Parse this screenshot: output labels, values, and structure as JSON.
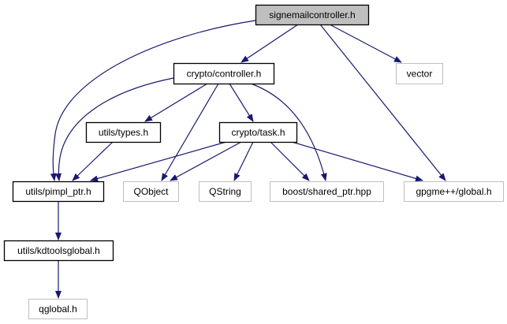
{
  "diagram": {
    "type": "include-dependency-graph",
    "colors": {
      "edge": "#191970",
      "root_fill": "#bfbfbf",
      "documented_border": "#000000",
      "external_border": "#bfbfbf",
      "node_fill": "#ffffff"
    },
    "nodes": [
      {
        "id": "signemailcontroller",
        "label": "signemailcontroller.h",
        "kind": "root"
      },
      {
        "id": "crypto_controller",
        "label": "crypto/controller.h",
        "kind": "documented"
      },
      {
        "id": "vector",
        "label": "vector",
        "kind": "external"
      },
      {
        "id": "utils_types",
        "label": "utils/types.h",
        "kind": "documented"
      },
      {
        "id": "crypto_task",
        "label": "crypto/task.h",
        "kind": "documented"
      },
      {
        "id": "utils_pimpl_ptr",
        "label": "utils/pimpl_ptr.h",
        "kind": "documented"
      },
      {
        "id": "qobject",
        "label": "QObject",
        "kind": "external"
      },
      {
        "id": "qstring",
        "label": "QString",
        "kind": "external"
      },
      {
        "id": "boost_shared_ptr",
        "label": "boost/shared_ptr.hpp",
        "kind": "external"
      },
      {
        "id": "gpgme_global",
        "label": "gpgme++/global.h",
        "kind": "external"
      },
      {
        "id": "utils_kdtoolsglobal",
        "label": "utils/kdtoolsglobal.h",
        "kind": "documented"
      },
      {
        "id": "qglobal",
        "label": "qglobal.h",
        "kind": "external"
      }
    ],
    "edges": [
      {
        "from": "signemailcontroller",
        "to": "utils_pimpl_ptr"
      },
      {
        "from": "signemailcontroller",
        "to": "crypto_controller"
      },
      {
        "from": "signemailcontroller",
        "to": "gpgme_global"
      },
      {
        "from": "signemailcontroller",
        "to": "vector"
      },
      {
        "from": "crypto_controller",
        "to": "utils_pimpl_ptr"
      },
      {
        "from": "crypto_controller",
        "to": "utils_types"
      },
      {
        "from": "crypto_controller",
        "to": "qobject"
      },
      {
        "from": "crypto_controller",
        "to": "crypto_task"
      },
      {
        "from": "crypto_controller",
        "to": "boost_shared_ptr"
      },
      {
        "from": "utils_types",
        "to": "utils_pimpl_ptr"
      },
      {
        "from": "crypto_task",
        "to": "utils_pimpl_ptr"
      },
      {
        "from": "crypto_task",
        "to": "qobject"
      },
      {
        "from": "crypto_task",
        "to": "qstring"
      },
      {
        "from": "crypto_task",
        "to": "boost_shared_ptr"
      },
      {
        "from": "crypto_task",
        "to": "gpgme_global"
      },
      {
        "from": "utils_pimpl_ptr",
        "to": "utils_kdtoolsglobal"
      },
      {
        "from": "utils_kdtoolsglobal",
        "to": "qglobal"
      }
    ]
  }
}
